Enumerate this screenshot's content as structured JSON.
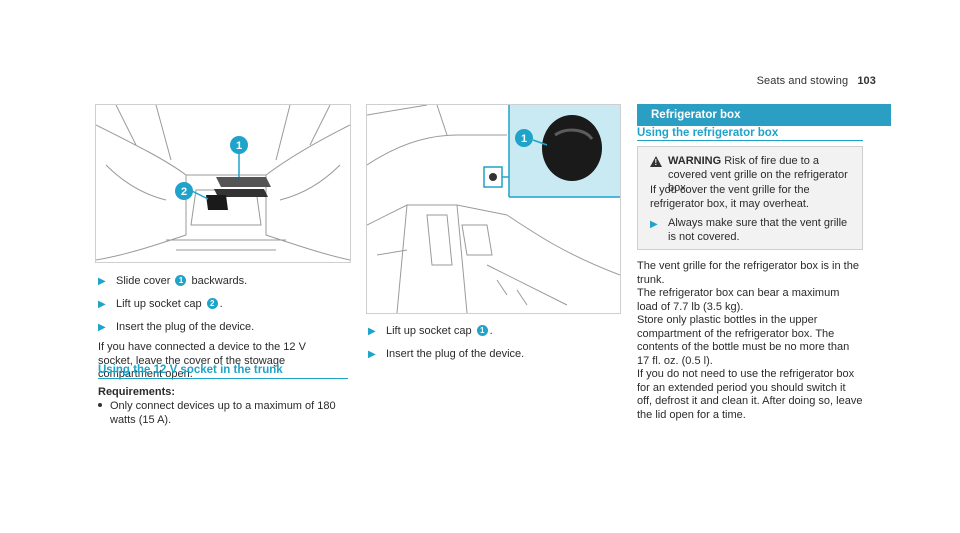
{
  "header": {
    "section": "Seats and stowing",
    "page": "103"
  },
  "left": {
    "figure_callouts": [
      "1",
      "2"
    ],
    "steps": [
      {
        "pre": "Slide cover",
        "num": "1",
        "post": "backwards."
      },
      {
        "pre": "Lift up socket cap",
        "num": "2",
        "post": "."
      },
      {
        "pre": "Insert the plug of the device.",
        "num": "",
        "post": ""
      }
    ],
    "note": "If you have connected a device to the 12 V socket, leave the cover of the stowage compartment open.",
    "trunk_title": "Using the 12 V socket in the trunk",
    "req_label": "Requirements:",
    "req_item": "Only connect devices up to a maximum of 180 watts (15 A)."
  },
  "middle": {
    "figure_callouts": [
      "1"
    ],
    "steps": [
      {
        "pre": "Lift up socket cap",
        "num": "1",
        "post": "."
      },
      {
        "pre": "Insert the plug of the device.",
        "num": "",
        "post": ""
      }
    ]
  },
  "right": {
    "bar_title": "Refrigerator box",
    "section_title": "Using the refrigerator box",
    "warning": {
      "label": "WARNING",
      "headline": "Risk of fire due to a covered vent grille on the refrigerator box",
      "body": "If you cover the vent grille for the refrigerator box, it may overheat.",
      "action": "Always make sure that the vent grille is not covered."
    },
    "paragraphs": [
      "The vent grille for the refrigerator box is in the trunk.",
      "The refrigerator box can bear a maximum load of 7.7 lb (3.5 kg).",
      "Store only plastic bottles in the upper compartment of the refrigerator box. The contents of the bottle must be no more than 17 fl. oz. (0.5 l).",
      "If you do not need to use the refrigerator box for an extended period you should switch it off, defrost it and clean it. After doing so, leave the lid open for a time."
    ]
  },
  "colors": {
    "accent": "#1fa3c9",
    "bar": "#2a9fc3",
    "warning_bg": "#f2f2f2"
  }
}
